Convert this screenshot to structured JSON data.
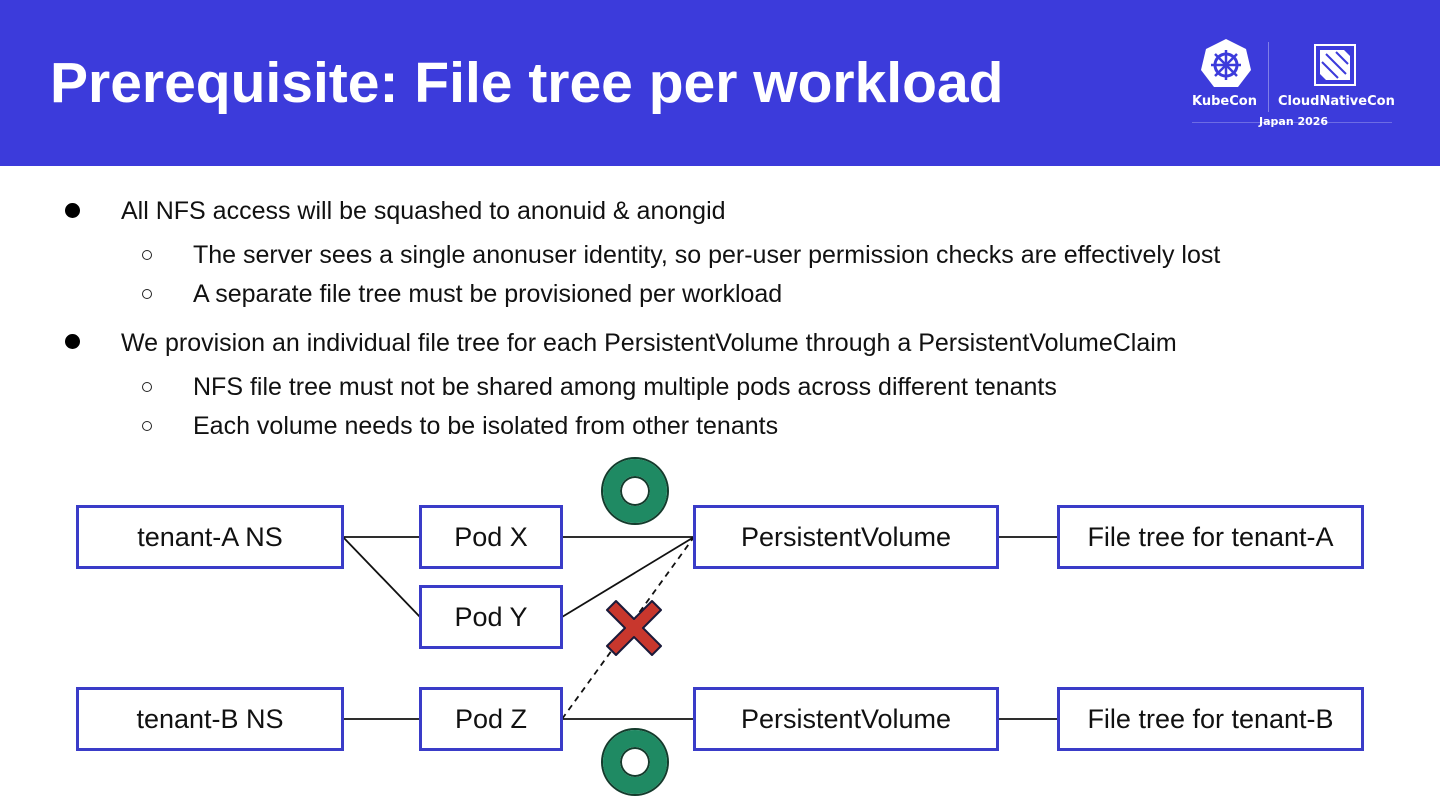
{
  "header": {
    "title": "Prerequisite: File tree per workload",
    "background": "#3c3bdb",
    "logo": {
      "kubecon": "KubeCon",
      "cloudnativecon": "CloudNativeCon",
      "location": "Japan 2026"
    }
  },
  "bullets": [
    {
      "text": "All NFS access will be squashed to anonuid & anongid",
      "sub": [
        "The server sees a single anonuser identity, so per-user permission checks are effectively lost",
        "A separate file tree must be provisioned per workload"
      ]
    },
    {
      "text": "We provision an individual file tree for each PersistentVolume through a PersistentVolumeClaim",
      "sub": [
        "NFS file tree must not be shared among multiple pods across different tenants",
        "Each volume needs to be isolated from other tenants"
      ]
    }
  ],
  "diagram": {
    "nodes": {
      "tenant_a_ns": "tenant-A NS",
      "pod_x": "Pod X",
      "pod_y": "Pod Y",
      "pv_a": "PersistentVolume",
      "file_tree_a": "File tree for tenant-A",
      "tenant_b_ns": "tenant-B NS",
      "pod_z": "Pod Z",
      "pv_b": "PersistentVolume",
      "file_tree_b": "File tree for tenant-B"
    },
    "edges": [
      {
        "from": "tenant-A NS",
        "to": "Pod X",
        "style": "solid"
      },
      {
        "from": "tenant-A NS",
        "to": "Pod Y",
        "style": "solid"
      },
      {
        "from": "Pod X",
        "to": "PersistentVolume (A)",
        "style": "solid",
        "mark": "allowed-circle"
      },
      {
        "from": "Pod Y",
        "to": "PersistentVolume (A)",
        "style": "solid"
      },
      {
        "from": "Pod Z",
        "to": "PersistentVolume (A)",
        "style": "dashed",
        "mark": "denied-cross"
      },
      {
        "from": "PersistentVolume (A)",
        "to": "File tree for tenant-A",
        "style": "solid"
      },
      {
        "from": "tenant-B NS",
        "to": "Pod Z",
        "style": "solid"
      },
      {
        "from": "Pod Z",
        "to": "PersistentVolume (B)",
        "style": "solid",
        "mark": "allowed-circle"
      },
      {
        "from": "PersistentVolume (B)",
        "to": "File tree for tenant-B",
        "style": "solid"
      }
    ],
    "colors": {
      "box_border": "#3a3cc8",
      "allowed": "#1f8a63",
      "denied": "#c8372d"
    }
  }
}
